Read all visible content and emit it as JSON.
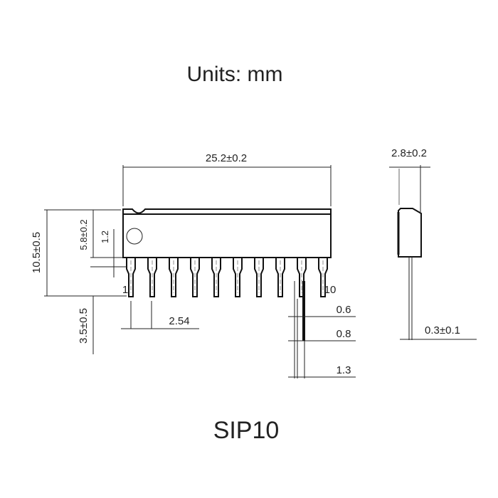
{
  "title": "Units: mm",
  "package_name": "SIP10",
  "pin_labels": {
    "first": "1",
    "last": "10"
  },
  "dimensions": {
    "length": "25.2±0.2",
    "thickness": "2.8±0.2",
    "total_height": "10.5±0.5",
    "body_height": "5.8±0.2",
    "standoff": "1.2",
    "lead_length": "3.5±0.5",
    "pitch": "2.54",
    "lead_width_tip": "0.6",
    "lead_width": "0.8",
    "lead_width_shoulder": "1.3",
    "lead_thickness": "0.3±0.1"
  },
  "pin_count": 10
}
